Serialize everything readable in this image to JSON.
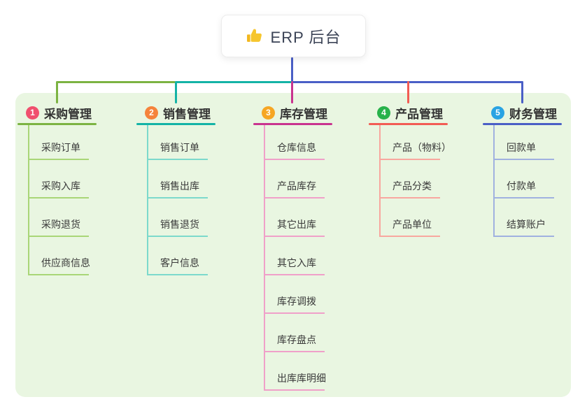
{
  "root": {
    "title": "ERP 后台",
    "icon": "thumbs-up-icon",
    "icon_color": "#f2b71e",
    "connector_color": "#4a5fc6"
  },
  "panel_color": "#e9f6e1",
  "branches": [
    {
      "num": "1",
      "title": "采购管理",
      "color": "#7cb342",
      "light": "#a9d677",
      "badge": "#f0506e",
      "children": [
        "采购订单",
        "采购入库",
        "采购退货",
        "供应商信息"
      ]
    },
    {
      "num": "2",
      "title": "销售管理",
      "color": "#14b3a6",
      "light": "#7cd9cc",
      "badge": "#f5833b",
      "children": [
        "销售订单",
        "销售出库",
        "销售退货",
        "客户信息"
      ]
    },
    {
      "num": "3",
      "title": "库存管理",
      "color": "#c9348f",
      "light": "#f0a0c9",
      "badge": "#f6a623",
      "children": [
        "仓库信息",
        "产品库存",
        "其它出库",
        "其它入库",
        "库存调拨",
        "库存盘点",
        "出库库明细"
      ]
    },
    {
      "num": "4",
      "title": "产品管理",
      "color": "#f25c54",
      "light": "#f8a79f",
      "badge": "#27b24a",
      "children": [
        "产品（物料）",
        "产品分类",
        "产品单位"
      ]
    },
    {
      "num": "5",
      "title": "财务管理",
      "color": "#4a5fc6",
      "light": "#a0b1e0",
      "badge": "#29a3e3",
      "children": [
        "回款单",
        "付款单",
        "结算账户"
      ]
    }
  ]
}
